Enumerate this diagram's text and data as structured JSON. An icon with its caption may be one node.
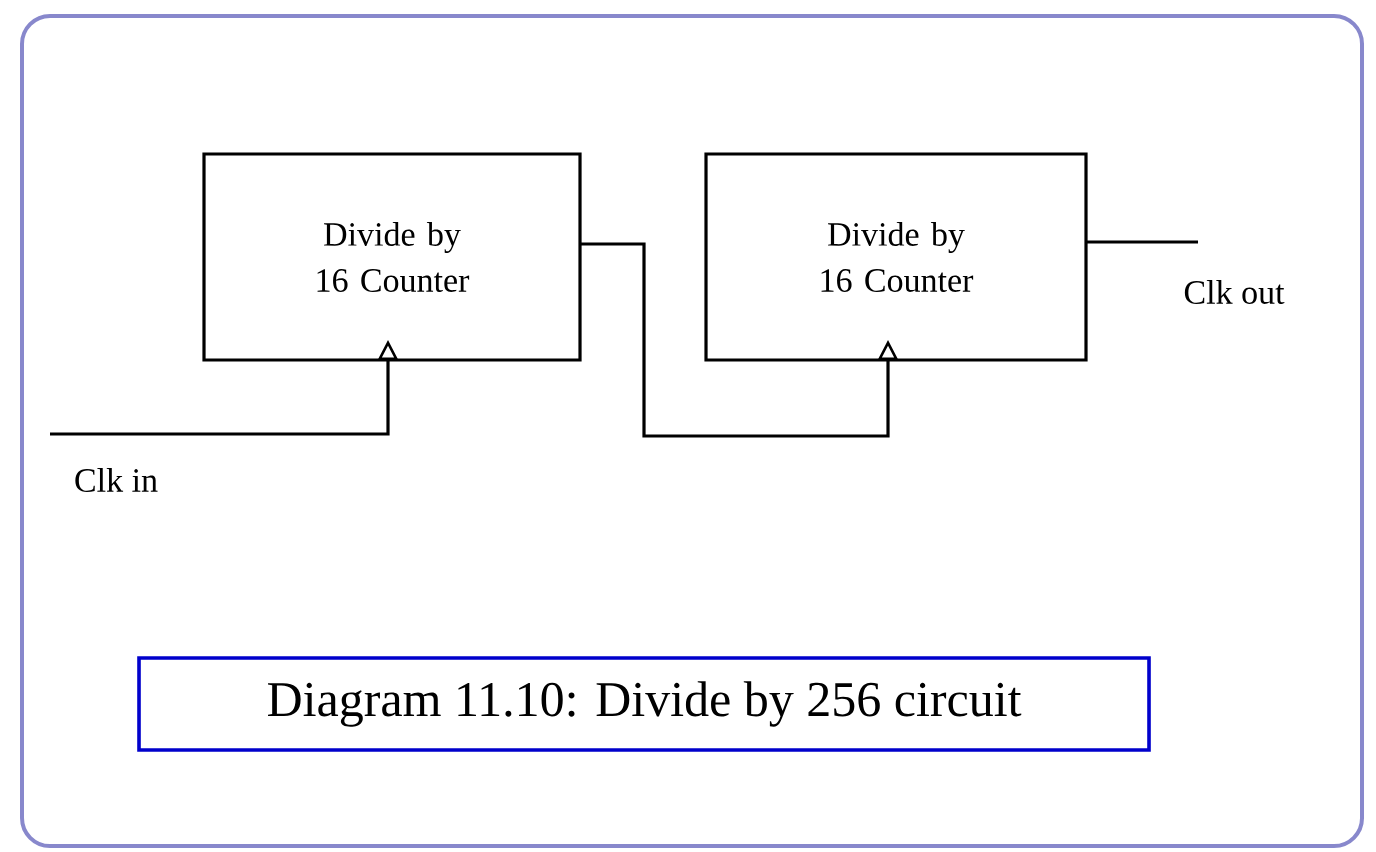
{
  "diagram": {
    "caption": "Diagram 11.10: Divide by 256 circuit",
    "nodes": [
      {
        "text": [
          "Divide by 16 Counter"
        ]
      },
      {
        "text": [
          "Divide by 16 Counter"
        ]
      }
    ],
    "edges": [
      {
        "from": null,
        "to": 0,
        "arrow": "to"
      },
      {
        "from": 0,
        "to": 1,
        "arrow": "to"
      },
      {
        "from": 1,
        "to": null,
        "arrow": "none"
      }
    ],
    "labels": [
      "Clk in",
      "Clk out"
    ]
  }
}
